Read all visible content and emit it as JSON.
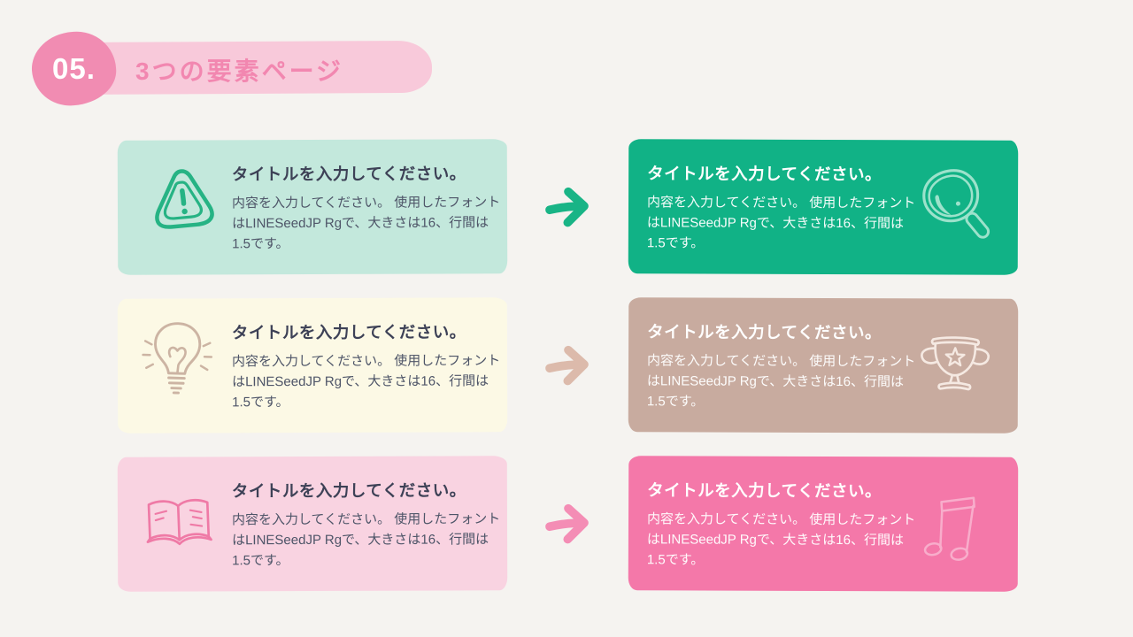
{
  "header": {
    "number_badge": "05.",
    "title": "3つの要素ページ"
  },
  "rows": [
    {
      "left_card": {
        "icon": "warning-triangle-icon",
        "bg_color": "#c3e8dc",
        "title": "タイトルを入力してください。",
        "body": "内容を入力してください。 使用したフォントはLINESeedJP Rgで、大きさは16、行間は1.5です。"
      },
      "arrow": {
        "icon": "arrow-right-icon",
        "color": "#19b486"
      },
      "right_card": {
        "icon": "magnifier-icon",
        "bg_color": "#11b286",
        "text_color": "#ffffff",
        "title": "タイトルを入力してください。",
        "body": "内容を入力してください。 使用したフォントはLINESeedJP Rgで、大きさは16、行間は1.5です。"
      }
    },
    {
      "left_card": {
        "icon": "lightbulb-icon",
        "bg_color": "#fcf9e5",
        "title": "タイトルを入力してください。",
        "body": "内容を入力してください。 使用したフォントはLINESeedJP Rgで、大きさは16、行間は1.5です。"
      },
      "arrow": {
        "icon": "arrow-right-icon",
        "color": "#dcbaab"
      },
      "right_card": {
        "icon": "trophy-icon",
        "bg_color": "#c8ab9f",
        "text_color": "#ffffff",
        "title": "タイトルを入力してください。",
        "body": "内容を入力してください。 使用したフォントはLINESeedJP Rgで、大きさは16、行間は1.5です。"
      }
    },
    {
      "left_card": {
        "icon": "open-book-icon",
        "bg_color": "#f9d3e1",
        "title": "タイトルを入力してください。",
        "body": "内容を入力してください。 使用したフォントはLINESeedJP Rgで、大きさは16、行間は1.5です。"
      },
      "arrow": {
        "icon": "arrow-right-icon",
        "color": "#f48db5"
      },
      "right_card": {
        "icon": "music-note-icon",
        "bg_color": "#f478a9",
        "text_color": "#ffffff",
        "title": "タイトルを入力してください。",
        "body": "内容を入力してください。 使用したフォントはLINESeedJP Rgで、大きさは16、行間は1.5です。"
      }
    }
  ],
  "colors": {
    "page_background": "#f5f3f0",
    "banner": "#f8c9da",
    "badge": "#f18cb2",
    "header_title_text": "#f287b0",
    "left_card_title_text": "#3d4156",
    "left_card_body_text": "#4e5568",
    "right_card_text": "#ffffff"
  }
}
